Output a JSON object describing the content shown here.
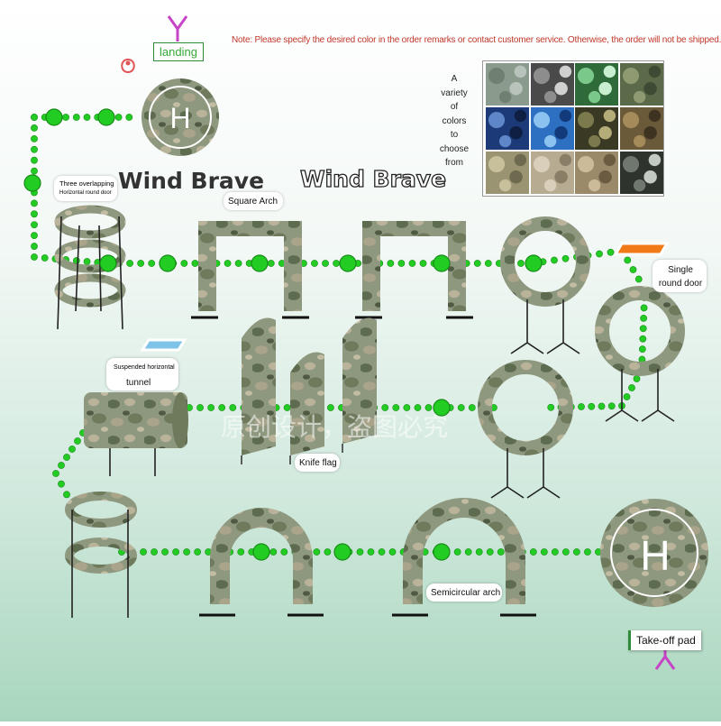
{
  "notice": "Note: Please specify the desired color in the order remarks or contact customer service. Otherwise, the order will not be shipped.",
  "brand": [
    "Wind Brave",
    "Wind Brave"
  ],
  "colors_caption": [
    "A",
    "variety",
    "of",
    "colors",
    "to",
    "choose",
    "from"
  ],
  "labels": {
    "landing": "landing",
    "three_overlapping": "Three overlapping",
    "horizontal_round_door": "Horizontal round door",
    "square_arch": "Square Arch",
    "single_round_door": "Single round door",
    "suspended_horizontal": "Suspended horizontal",
    "tunnel": "tunnel",
    "knife_flag": "Knife flag",
    "semicircular_arch": "Semicircular arch",
    "takeoff_pad": "Take-off pad",
    "helipad_letter": "H"
  },
  "watermark": [
    "原创设计，盗图必究"
  ],
  "swatch_colors": [
    [
      "#8a9a8c",
      "#6f7f72",
      "#b8c4bb"
    ],
    [
      "#4a4a4a",
      "#8d8d8d",
      "#d0d0d0"
    ],
    [
      "#2f6b3a",
      "#7bc98a",
      "#c8f0d0"
    ],
    [
      "#5b6b4a",
      "#8f9a73",
      "#3f4a35"
    ],
    [
      "#1c3a78",
      "#5f86c9",
      "#0f1f44"
    ],
    [
      "#2d6fc0",
      "#8cc2ef",
      "#123a7a"
    ],
    [
      "#3a3a24",
      "#7b7a4c",
      "#b4ad7a"
    ],
    [
      "#6b5a3a",
      "#a58a5a",
      "#3e3220"
    ],
    [
      "#9a9472",
      "#c8c09a",
      "#6e6a4f"
    ],
    [
      "#b7ab92",
      "#d9cfba",
      "#8a7e66"
    ],
    [
      "#9a8a6a",
      "#cbbb98",
      "#6b5b40"
    ],
    [
      "#2e332e",
      "#6f776f",
      "#c3c9c3"
    ]
  ],
  "colors": {
    "dot": "#22cc22",
    "line": "#2f8a30",
    "camo": "#8c957c",
    "accent": "#c0392b",
    "orange": "#f07a18",
    "blue": "#7fc4e8"
  }
}
